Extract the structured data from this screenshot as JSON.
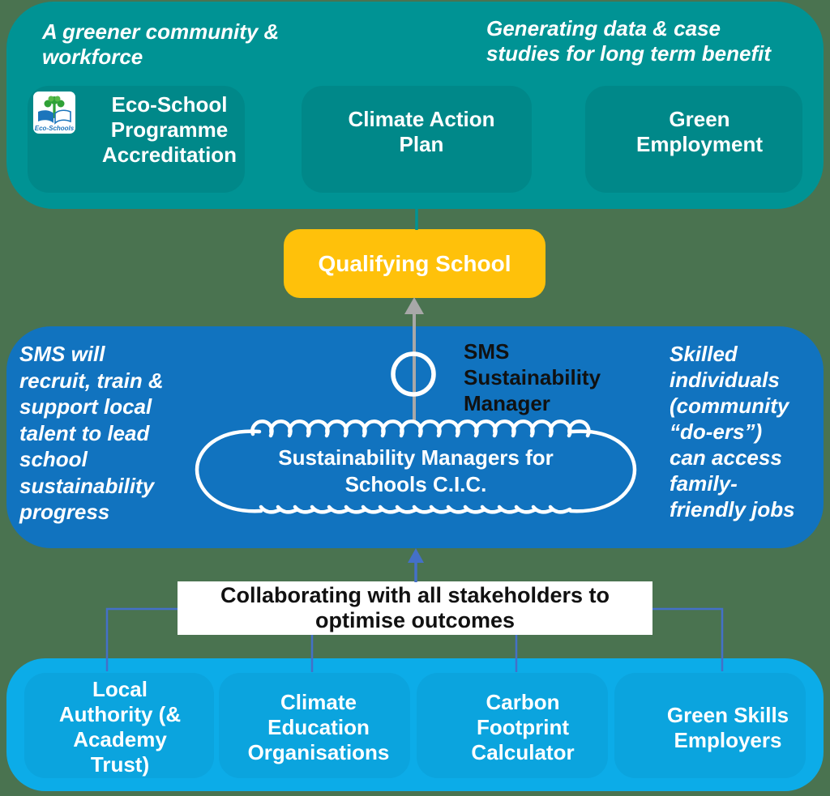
{
  "colors": {
    "teal": "#009394",
    "blue": "#1173BF",
    "cyan": "#0CACE8",
    "yellow": "#FFC10A",
    "bg": "#4A7350",
    "connector": "#4470C8",
    "gray": "#A8A8A8",
    "ink": "#111111",
    "white": "#FFFFFF"
  },
  "outcomes": {
    "goal_left": "A greener community &\nworkforce",
    "goal_right": "Generating data & case\nstudies for long term benefit",
    "logo_label": "Eco-Schools",
    "items": [
      {
        "label": "Eco-School\nProgramme\nAccreditation"
      },
      {
        "label": "Climate Action\nPlan"
      },
      {
        "label": "Green\nEmployment"
      }
    ]
  },
  "qualifying": {
    "label": "Qualifying School"
  },
  "sms": {
    "left_note": "SMS will\nrecruit, train &\nsupport local\ntalent to lead\nschool\nsustainability\nprogress",
    "manager_label": "SMS\nSustainability\nManager",
    "org_label": "Sustainability Managers for\nSchools C.I.C.",
    "right_note": "Skilled\nindividuals\n(community\n“do-ers”)\ncan access\nfamily-\nfriendly jobs"
  },
  "collaboration": {
    "label": "Collaborating with all stakeholders to\noptimise outcomes"
  },
  "stakeholders": {
    "items": [
      {
        "label": "Local\nAuthority (&\nAcademy\nTrust)"
      },
      {
        "label": "Climate\nEducation\nOrganisations"
      },
      {
        "label": "Carbon\nFootprint\nCalculator"
      },
      {
        "label": "Green Skills\nEmployers"
      }
    ]
  }
}
